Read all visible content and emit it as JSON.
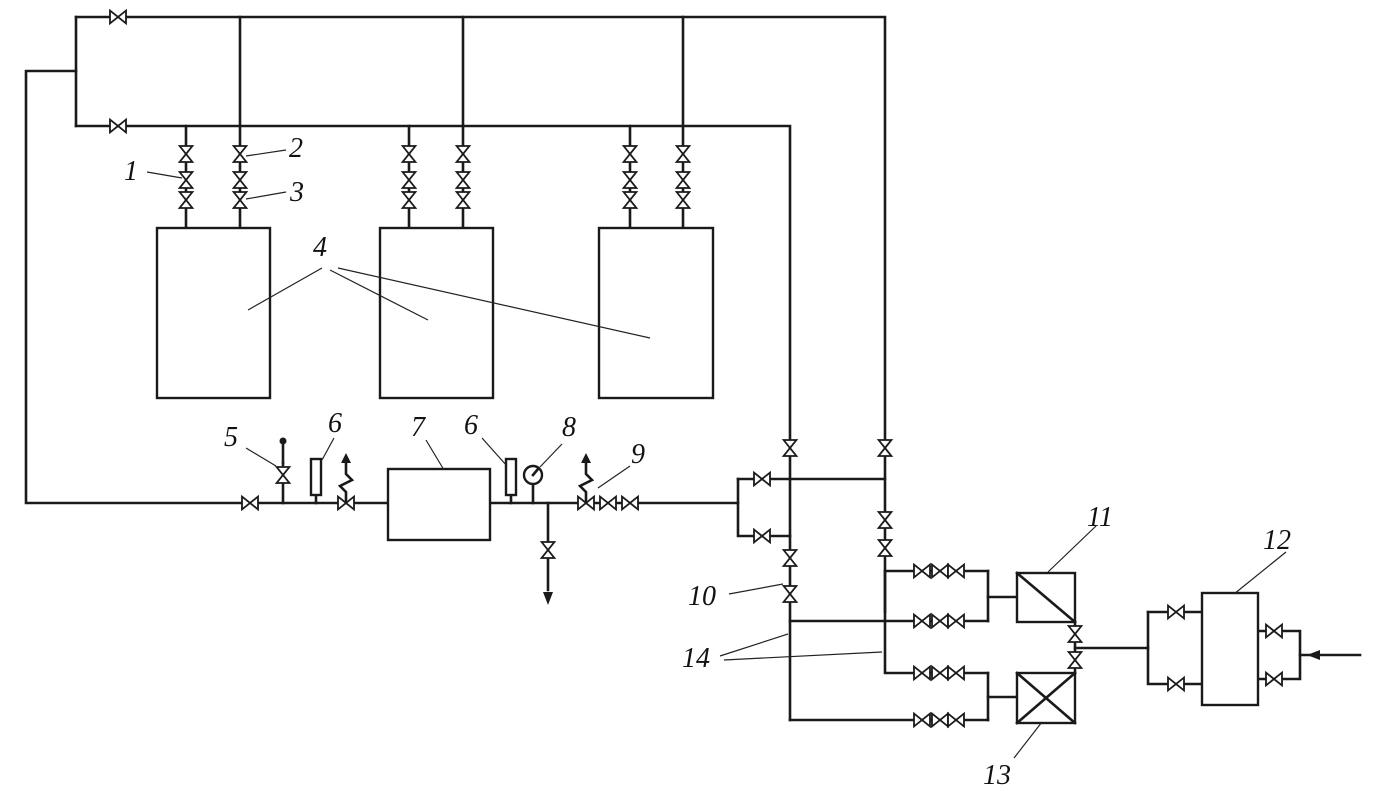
{
  "labels": {
    "l1": "1",
    "l2": "2",
    "l3": "3",
    "l4": "4",
    "l5": "5",
    "l6a": "6",
    "l6b": "6",
    "l7": "7",
    "l8": "8",
    "l9": "9",
    "l10": "10",
    "l11": "11",
    "l12": "12",
    "l13": "13",
    "l14": "14"
  }
}
